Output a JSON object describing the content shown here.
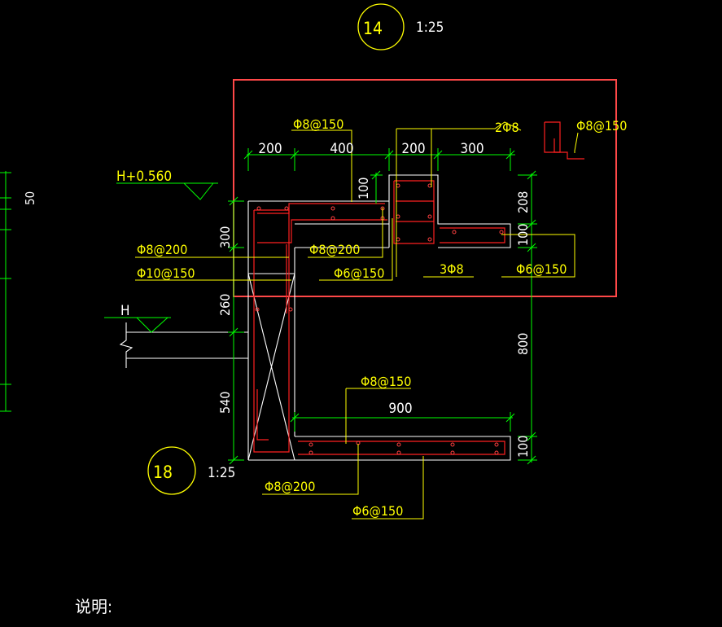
{
  "drawing": {
    "detail_top": {
      "number": "14",
      "scale": "1:25"
    },
    "detail_bottom": {
      "number": "18",
      "scale": "1:25"
    },
    "elevations": {
      "upper": "H+0.560",
      "lower": "H"
    },
    "dims": {
      "d200a": "200",
      "d400": "400",
      "d200b": "200",
      "d300a": "300",
      "d100a": "100",
      "d300b": "300",
      "d208": "208",
      "d100b": "100",
      "d260": "260",
      "d800": "800",
      "d540": "540",
      "d900": "900",
      "d100c": "100",
      "d50": "50"
    },
    "rebar": {
      "r1": "Φ8@150",
      "r2": "2Φ8",
      "r3": "Φ8@150",
      "r4": "Φ8@200",
      "r5": "Φ8@200",
      "r6": "Φ10@150",
      "r7": "Φ6@150",
      "r8": "3Φ8",
      "r9": "Φ6@150",
      "r10": "Φ8@150",
      "r11": "Φ8@200",
      "r12": "Φ6@150"
    },
    "note": "说明:"
  },
  "colors": {
    "background": "#000000",
    "line": "#ffffff",
    "text": "#ffff00",
    "dim": "#00ff00",
    "rebar": "#ff0000",
    "highlight": "#ff4040"
  }
}
